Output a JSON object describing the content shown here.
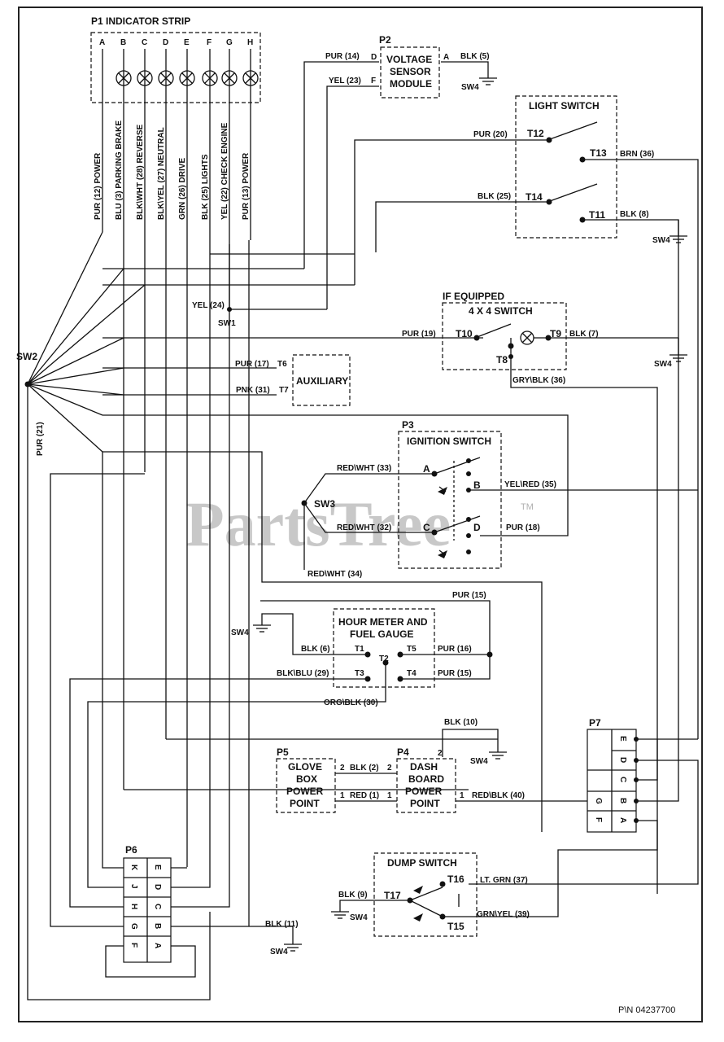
{
  "watermark": "PartsTree",
  "watermark_tm": "TM",
  "part_number": "P\\N 04237700",
  "p1": {
    "title": "P1 INDICATOR STRIP",
    "letters": [
      "A",
      "B",
      "C",
      "D",
      "E",
      "F",
      "G",
      "H"
    ],
    "wires": [
      "PUR (12) POWER",
      "BLU (3) PARKING BRAKE",
      "BLK\\WHT (28) REVERSE",
      "BLK\\YEL (27) NEUTRAL",
      "GRN (26) DRIVE",
      "BLK (25) LIGHTS",
      "YEL (22) CHECK ENGINE",
      "PUR (13) POWER"
    ]
  },
  "p2": {
    "id": "P2",
    "title": [
      "VOLTAGE",
      "SENSOR",
      "MODULE"
    ],
    "pin_d": "D",
    "pin_f": "F",
    "pin_a": "A",
    "wire_in1": "PUR (14)",
    "wire_in2": "YEL (23)",
    "wire_out": "BLK (5)",
    "ground": "SW4"
  },
  "light_switch": {
    "title": "LIGHT SWITCH",
    "t12": "T12",
    "t13": "T13",
    "t14": "T14",
    "t11": "T11",
    "w20": "PUR (20)",
    "w36": "BRN (36)",
    "w25": "BLK (25)",
    "w8": "BLK (8)",
    "ground": "SW4"
  },
  "four_x4": {
    "if_equipped": "IF EQUIPPED",
    "title": "4 X 4 SWITCH",
    "t10": "T10",
    "t9": "T9",
    "t8": "T8",
    "w19": "PUR (19)",
    "w7": "BLK (7)",
    "w36": "GRY\\BLK (36)",
    "ground": "SW4"
  },
  "splices": {
    "sw1": "SW1",
    "sw2": "SW2",
    "sw3": "SW3",
    "yel24": "YEL (24)",
    "pur21": "PUR (21)"
  },
  "auxiliary": {
    "title": "AUXILIARY",
    "t6": "T6",
    "t7": "T7",
    "w17": "PUR (17)",
    "w31": "PNK (31)"
  },
  "ignition": {
    "id": "P3",
    "title": "IGNITION SWITCH",
    "a": "A",
    "b": "B",
    "c": "C",
    "d": "D",
    "w33": "RED\\WHT (33)",
    "w32": "RED\\WHT (32)",
    "w34": "RED\\WHT (34)",
    "w35": "YEL\\RED (35)",
    "w18": "PUR (18)"
  },
  "hour_meter": {
    "title": [
      "HOUR METER AND",
      "FUEL GAUGE"
    ],
    "t1": "T1",
    "t2": "T2",
    "t3": "T3",
    "t4": "T4",
    "t5": "T5",
    "w15a": "PUR (15)",
    "w6": "BLK (6)",
    "w16": "PUR (16)",
    "w29": "BLK\\BLU (29)",
    "w15b": "PUR (15)",
    "w30": "ORG\\BLK (30)",
    "ground": "SW4"
  },
  "p5": {
    "id": "P5",
    "title": [
      "GLOVE",
      "BOX",
      "POWER",
      "POINT"
    ],
    "pin2": "2",
    "pin1": "1"
  },
  "p4": {
    "id": "P4",
    "title": [
      "DASH",
      "BOARD",
      "POWER",
      "POINT"
    ],
    "pin2a": "2",
    "pin2b": "2",
    "pin1": "1",
    "pin1b": "1",
    "w2": "BLK (2)",
    "w1": "RED (1)",
    "w10": "BLK (10)",
    "w40": "RED\\BLK (40)",
    "top2": "2",
    "ground": "SW4"
  },
  "p7": {
    "id": "P7",
    "pins_right": [
      "E",
      "D",
      "C",
      "B",
      "A"
    ],
    "pins_left": [
      "G",
      "F"
    ]
  },
  "p6": {
    "id": "P6",
    "left_pins": [
      "K",
      "J",
      "H",
      "G",
      "F"
    ],
    "right_pins": [
      "E",
      "D",
      "C",
      "B",
      "A"
    ],
    "w11": "BLK (11)",
    "ground": "SW4"
  },
  "dump": {
    "title": "DUMP SWITCH",
    "t16": "T16",
    "t17": "T17",
    "t15": "T15",
    "w37": "LT. GRN (37)",
    "w9": "BLK (9)",
    "w39": "GRN\\YEL (39)",
    "ground": "SW4"
  }
}
